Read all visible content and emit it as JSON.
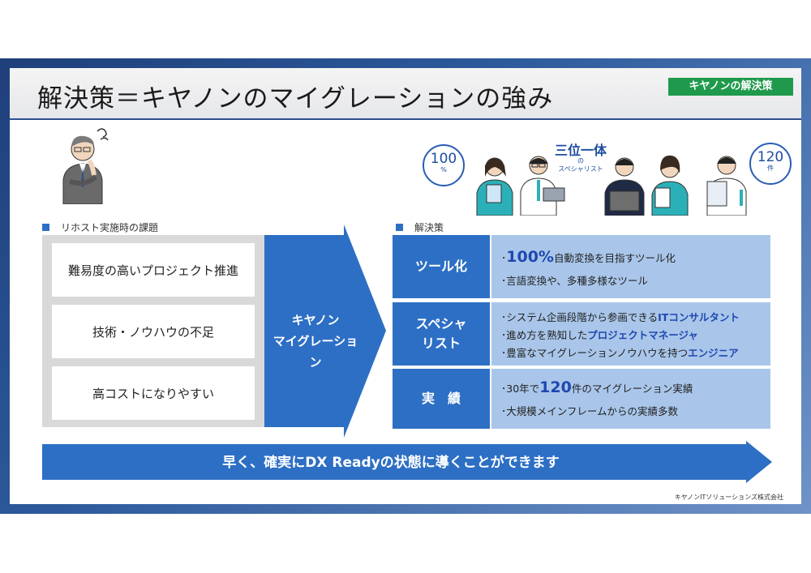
{
  "title": "解決策＝キヤノンのマイグレーションの強み",
  "badge": "キヤノンの解決策",
  "left_section_label": "リホスト実施時の課題",
  "issues": [
    "難易度の高いプロジェクト推進",
    "技術・ノウハウの不足",
    "高コストになりやすい"
  ],
  "arrow": {
    "line1": "キヤノン",
    "line2": "マイグレーション"
  },
  "right_section_label": "解決策",
  "trio": {
    "title": "三位一体",
    "sub1": "の",
    "sub2": "スペシャリスト"
  },
  "stat_left": {
    "num": "100",
    "unit": "%"
  },
  "stat_right": {
    "num": "120",
    "unit": "件"
  },
  "solutions": [
    {
      "head_line1": "ツール化",
      "head_line2": "",
      "l1_pre": "･",
      "l1_hl": "100%",
      "l1_post": "自動変換を目指すツール化",
      "l2": "･言語変換や、多種多様なツール"
    },
    {
      "head_line1": "スペシャ",
      "head_line2": "リスト",
      "l1_pre": "･システム企画段階から参画できる",
      "l1_hl": "ITコンサルタント",
      "l2_pre": "･進め方を熟知した",
      "l2_hl": "プロジェクトマネージャ",
      "l3_pre": "･豊富なマイグレーションノウハウを持つ",
      "l3_hl": "エンジニア"
    },
    {
      "head_line1": "実　績",
      "head_line2": "",
      "l1_pre": "･30年で",
      "l1_hl": "120",
      "l1_post": "件のマイグレーション実績",
      "l2": "･大規模メインフレームからの実績多数"
    }
  ],
  "conclusion": "早く、確実にDX Readyの状態に導くことができます",
  "footer": "キヤノンITソリューションズ株式会社",
  "colors": {
    "accent": "#2d6fc4",
    "badge": "#1f9a4c",
    "highlight": "#1f48b0",
    "light_blue": "#a9c6ea"
  }
}
